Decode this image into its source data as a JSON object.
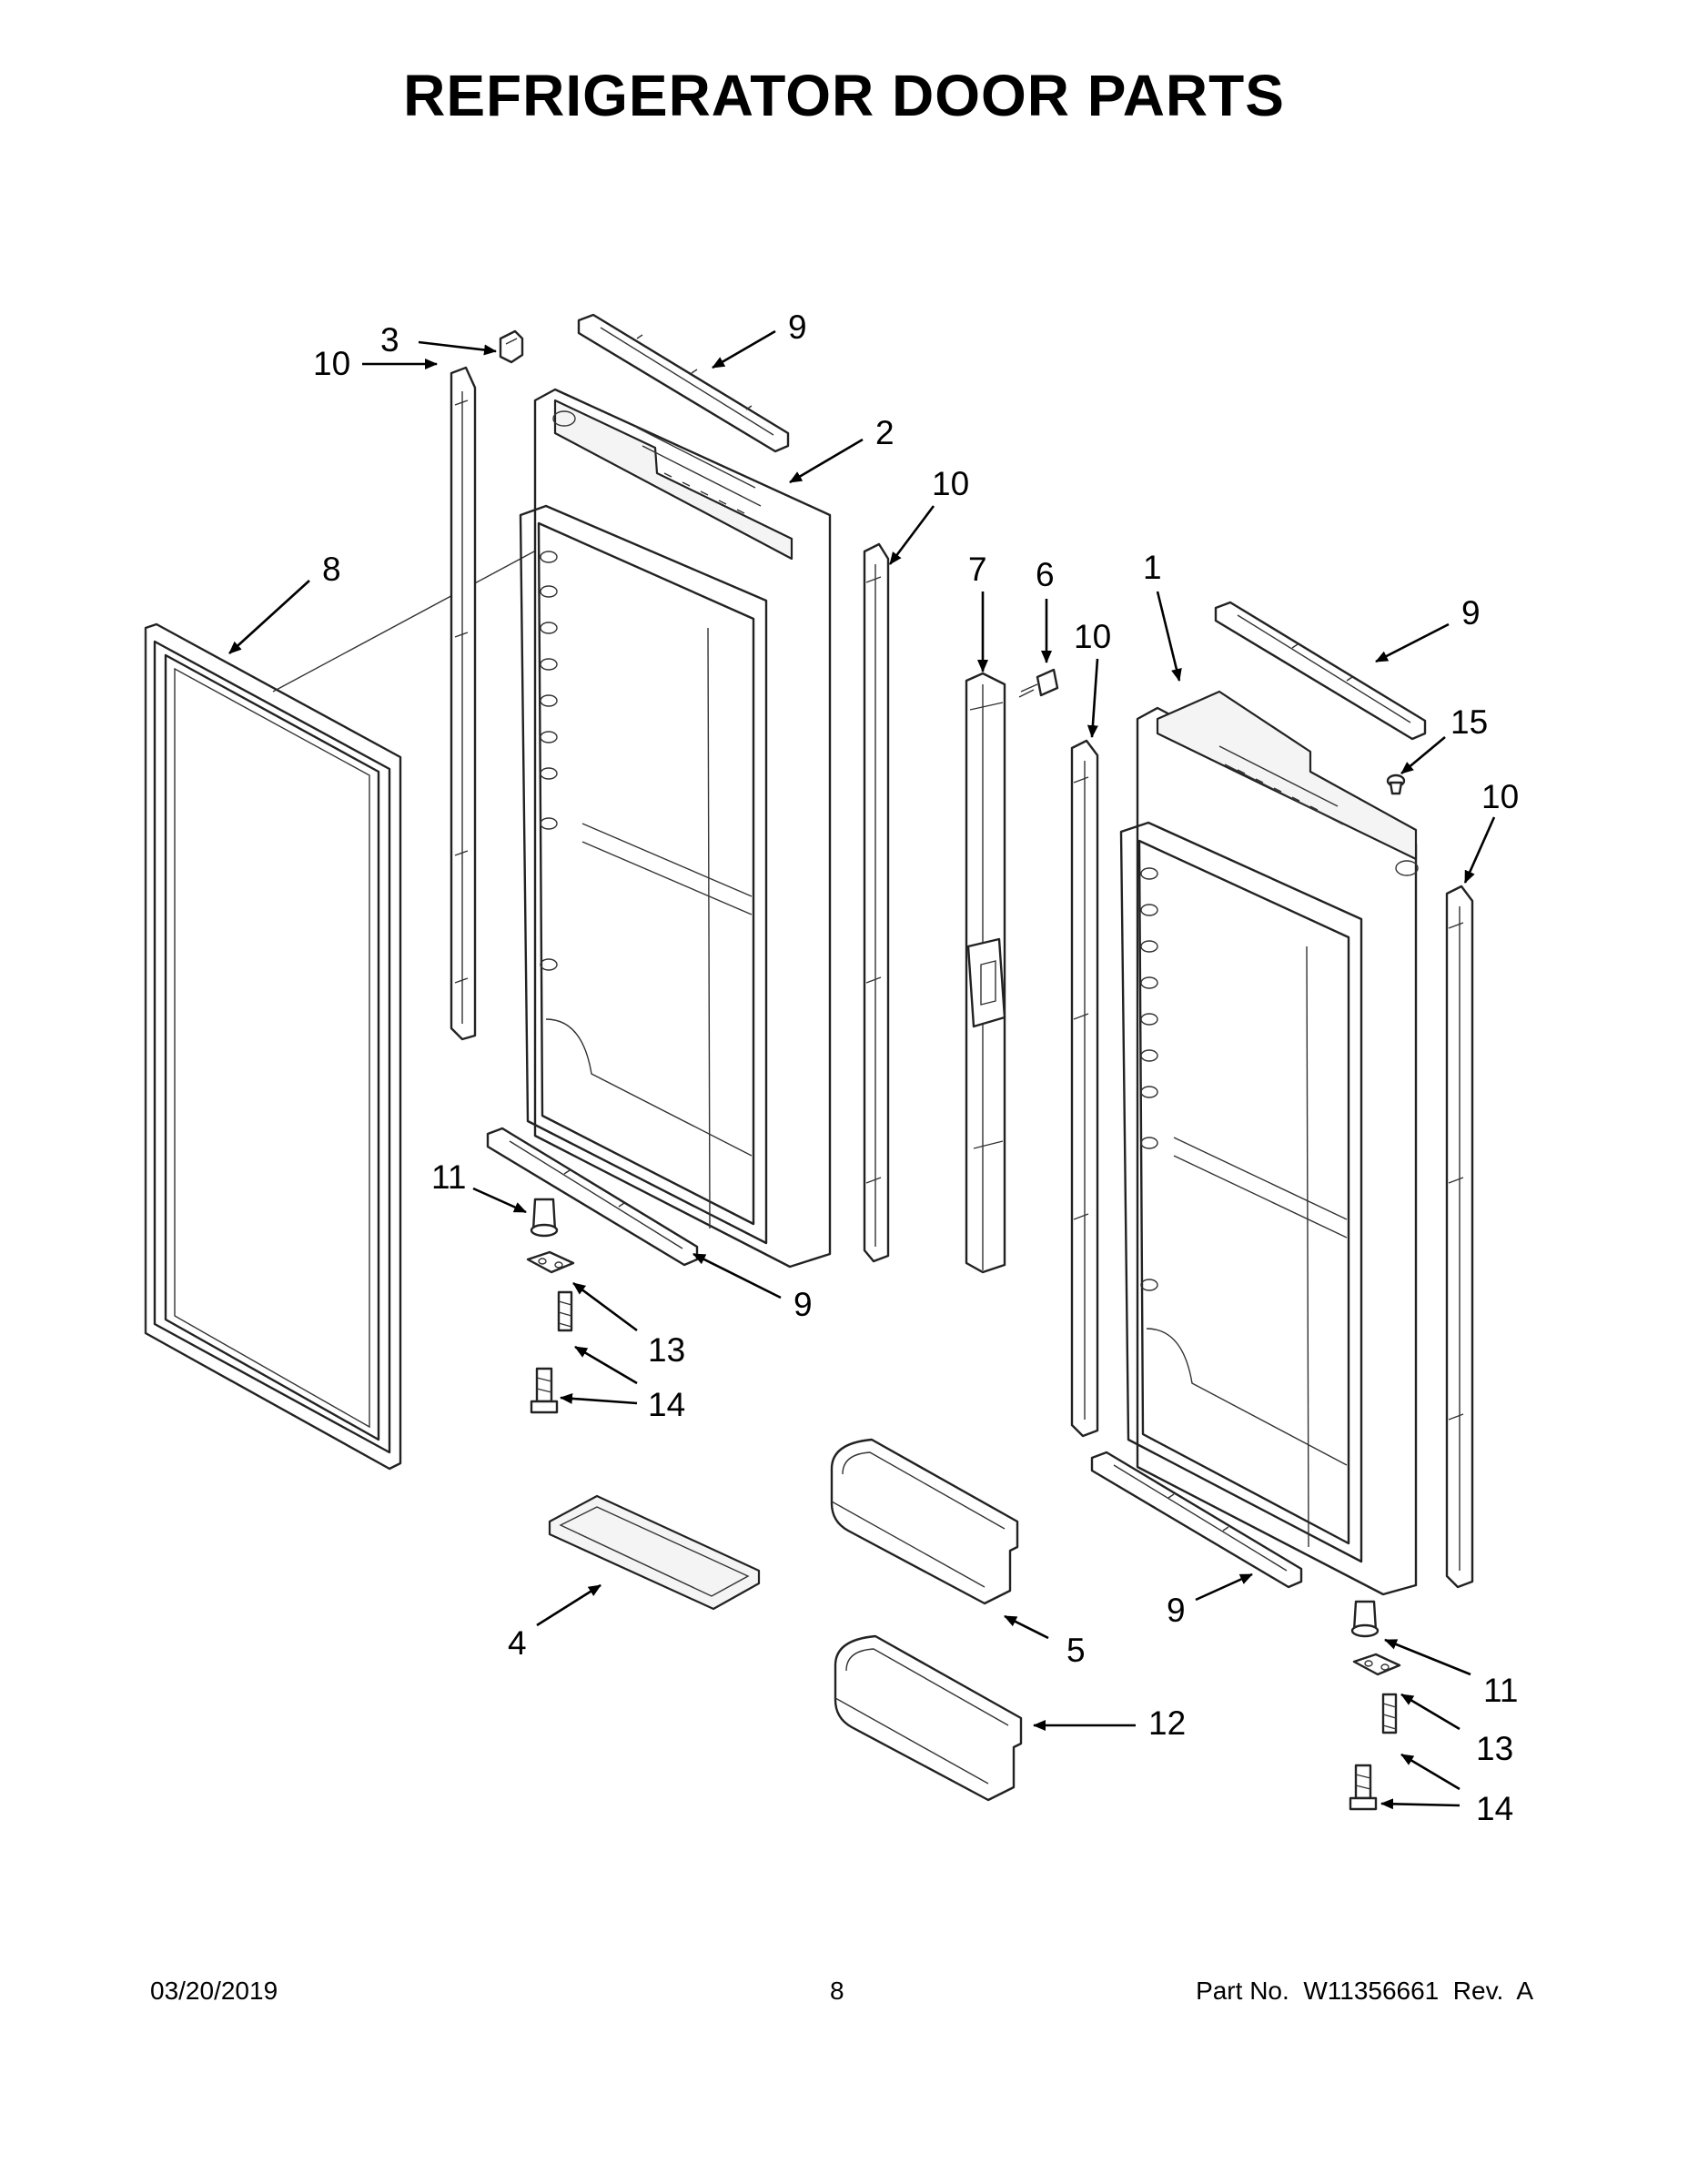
{
  "title": "REFRIGERATOR DOOR PARTS",
  "footer": {
    "date": "03/20/2019",
    "page": "8",
    "part_no": "Part No.  W11356661  Rev.  A"
  },
  "callouts": {
    "c3": "3",
    "c9a": "9",
    "c2": "2",
    "c10a": "10",
    "c10b": "10",
    "c8": "8",
    "c7": "7",
    "c6": "6",
    "c1": "1",
    "c9b": "9",
    "c10c": "10",
    "c15": "15",
    "c10d": "10",
    "c11a": "11",
    "c9c": "9",
    "c13a": "13",
    "c14a": "14",
    "c4": "4",
    "c5": "5",
    "c9d": "9",
    "c11b": "11",
    "c12": "12",
    "c13b": "13",
    "c14b": "14"
  }
}
